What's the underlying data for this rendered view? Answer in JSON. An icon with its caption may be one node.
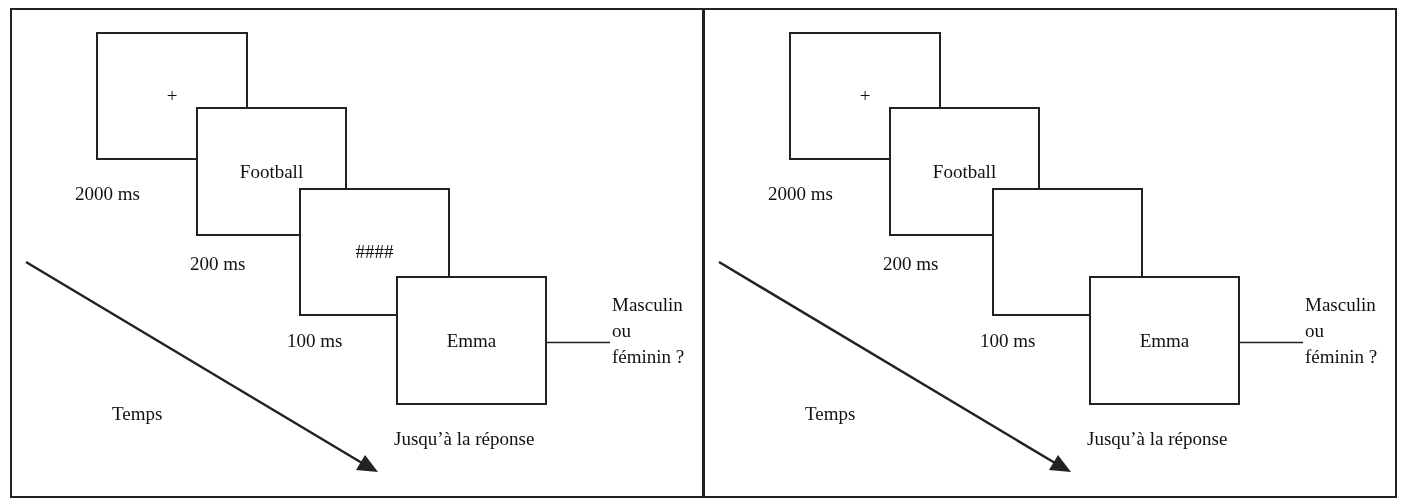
{
  "diagram": {
    "nodes": [
      {
        "text": [],
        "shape": "box"
      },
      {
        "text": [
          "+"
        ],
        "in": 0,
        "beside": [
          "2000 ms"
        ]
      },
      {
        "text": [
          "Football"
        ],
        "in": 0,
        "beside": [
          "200 ms"
        ]
      },
      {
        "text": [
          "####"
        ],
        "in": 0,
        "beside": [
          "100 ms"
        ]
      },
      {
        "text": [
          "Emma"
        ],
        "in": 0,
        "beside": [
          "Jusqu’à la réponse"
        ]
      },
      {
        "text": [
          "Masculin ou féminin ?"
        ],
        "in": 0
      },
      {
        "text": [],
        "shape": "box"
      },
      {
        "text": [
          "+"
        ],
        "in": 6,
        "beside": [
          "2000 ms"
        ]
      },
      {
        "text": [
          "Football"
        ],
        "in": 6,
        "beside": [
          "200 ms"
        ]
      },
      {
        "text": [],
        "shape": "box",
        "in": 6,
        "beside": [
          "100 ms"
        ]
      },
      {
        "text": [
          "Emma"
        ],
        "in": 6,
        "beside": [
          "Jusqu’à la réponse"
        ]
      },
      {
        "text": [
          "Masculin ou féminin ?"
        ],
        "in": 6
      }
    ],
    "edges": [
      {
        "from": 4,
        "to": 5,
        "arrow": "none"
      },
      {
        "from": 10,
        "to": 11,
        "arrow": "none"
      }
    ],
    "labels": [
      "Temps",
      "Temps"
    ]
  }
}
